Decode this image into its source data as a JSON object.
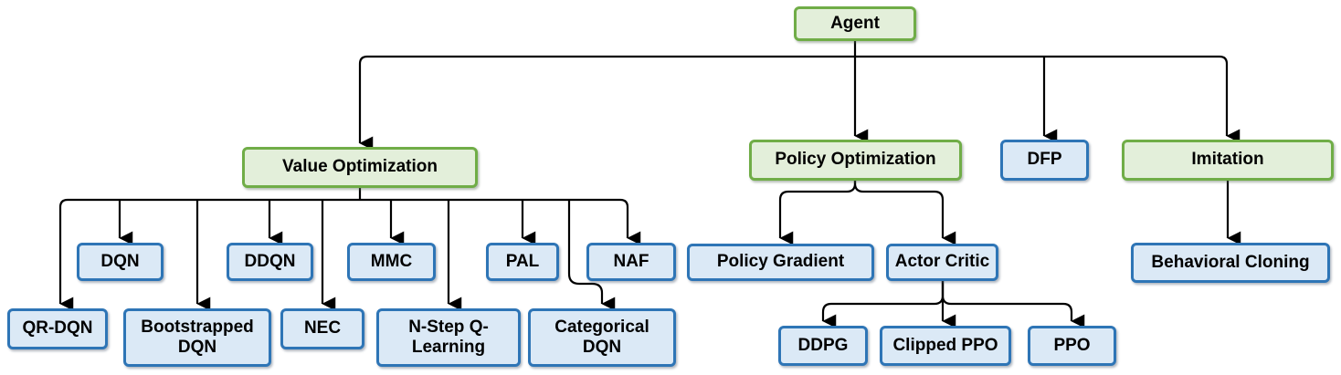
{
  "diagram_type": "hierarchy-tree",
  "colors": {
    "background": "#ffffff",
    "green_fill": "#e3efda",
    "green_border": "#70ad47",
    "blue_fill": "#dbe9f6",
    "blue_border": "#2e75b6",
    "connector": "#000000",
    "text": "#000000"
  },
  "nodes": {
    "agent": {
      "label": "Agent",
      "type": "green"
    },
    "value_optimization": {
      "label": "Value Optimization",
      "type": "green"
    },
    "policy_optimization": {
      "label": "Policy Optimization",
      "type": "green"
    },
    "dfp": {
      "label": "DFP",
      "type": "blue"
    },
    "imitation": {
      "label": "Imitation",
      "type": "green"
    },
    "dqn": {
      "label": "DQN",
      "type": "blue"
    },
    "ddqn": {
      "label": "DDQN",
      "type": "blue"
    },
    "mmc": {
      "label": "MMC",
      "type": "blue"
    },
    "pal": {
      "label": "PAL",
      "type": "blue"
    },
    "naf": {
      "label": "NAF",
      "type": "blue"
    },
    "qr_dqn": {
      "label": "QR-DQN",
      "type": "blue"
    },
    "bootstrapped_dqn": {
      "label": "Bootstrapped DQN",
      "type": "blue"
    },
    "nec": {
      "label": "NEC",
      "type": "blue"
    },
    "nstep_q_learning": {
      "label": "N-Step Q-Learning",
      "type": "blue"
    },
    "categorical_dqn": {
      "label": "Categorical DQN",
      "type": "blue"
    },
    "policy_gradient": {
      "label": "Policy Gradient",
      "type": "blue"
    },
    "actor_critic": {
      "label": "Actor Critic",
      "type": "blue"
    },
    "ddpg": {
      "label": "DDPG",
      "type": "blue"
    },
    "clipped_ppo": {
      "label": "Clipped PPO",
      "type": "blue"
    },
    "ppo": {
      "label": "PPO",
      "type": "blue"
    },
    "behavioral_cloning": {
      "label": "Behavioral Cloning",
      "type": "blue"
    }
  },
  "edges": [
    {
      "from": "agent",
      "to": "value_optimization"
    },
    {
      "from": "agent",
      "to": "policy_optimization"
    },
    {
      "from": "agent",
      "to": "dfp"
    },
    {
      "from": "agent",
      "to": "imitation"
    },
    {
      "from": "value_optimization",
      "to": "dqn"
    },
    {
      "from": "value_optimization",
      "to": "ddqn"
    },
    {
      "from": "value_optimization",
      "to": "mmc"
    },
    {
      "from": "value_optimization",
      "to": "pal"
    },
    {
      "from": "value_optimization",
      "to": "naf"
    },
    {
      "from": "value_optimization",
      "to": "qr_dqn"
    },
    {
      "from": "value_optimization",
      "to": "bootstrapped_dqn"
    },
    {
      "from": "value_optimization",
      "to": "nec"
    },
    {
      "from": "value_optimization",
      "to": "nstep_q_learning"
    },
    {
      "from": "value_optimization",
      "to": "categorical_dqn"
    },
    {
      "from": "policy_optimization",
      "to": "policy_gradient"
    },
    {
      "from": "policy_optimization",
      "to": "actor_critic"
    },
    {
      "from": "actor_critic",
      "to": "ddpg"
    },
    {
      "from": "actor_critic",
      "to": "clipped_ppo"
    },
    {
      "from": "actor_critic",
      "to": "ppo"
    },
    {
      "from": "imitation",
      "to": "behavioral_cloning"
    }
  ]
}
